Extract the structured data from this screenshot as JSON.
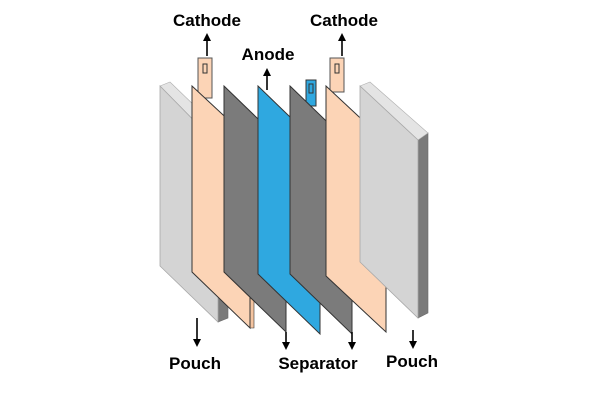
{
  "labels": {
    "cathode_left": "Cathode",
    "cathode_right": "Cathode",
    "anode": "Anode",
    "pouch_left": "Pouch",
    "separator": "Separator",
    "pouch_right": "Pouch"
  },
  "layers": [
    {
      "name": "pouch",
      "face": "#d4d4d4",
      "side": "#7a7a7a",
      "top": "#e4e4e4"
    },
    {
      "name": "cathode",
      "face": "#fcd4b6",
      "side": "#f4c4a0",
      "top": "#ffe6d2"
    },
    {
      "name": "separator",
      "face": "#7b7b7b",
      "side": "#5a5a5a",
      "top": "#8c8c8c"
    },
    {
      "name": "anode",
      "face": "#2fa8e0",
      "side": "#1b86c4",
      "top": "#6cc4ec"
    },
    {
      "name": "separator",
      "face": "#7b7b7b",
      "side": "#5a5a5a",
      "top": "#8c8c8c"
    },
    {
      "name": "cathode",
      "face": "#fcd4b6",
      "side": "#f4c4a0",
      "top": "#ffe6d2"
    },
    {
      "name": "pouch",
      "face": "#d4d4d4",
      "side": "#7a7a7a",
      "top": "#e4e4e4"
    }
  ]
}
